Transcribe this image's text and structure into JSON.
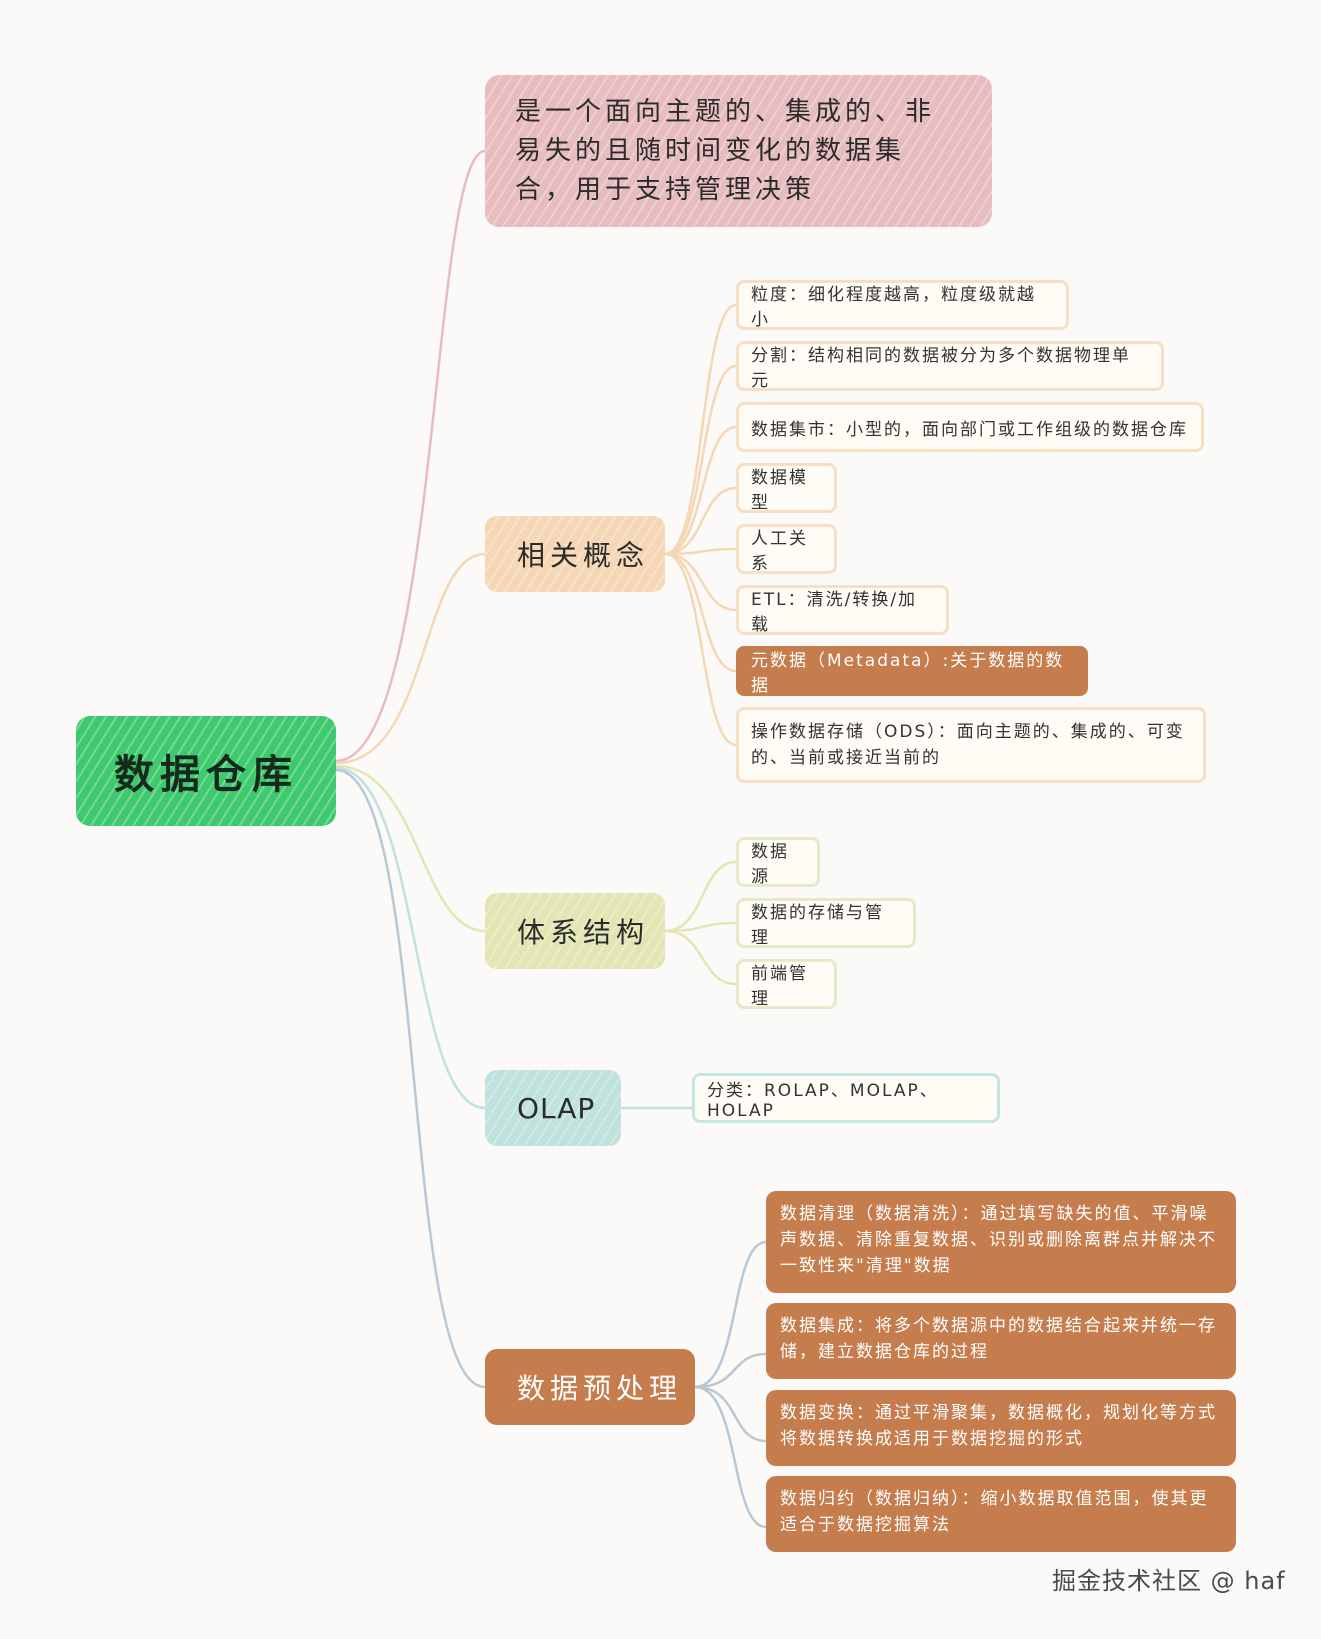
{
  "root": {
    "label": "数据仓库"
  },
  "definition": {
    "text": "是一个面向主题的、集成的、非易失的且随时间变化的数据集合，用于支持管理决策"
  },
  "concepts": {
    "label": "相关概念",
    "items": [
      "粒度：细化程度越高，粒度级就越小",
      "分割：结构相同的数据被分为多个数据物理单元",
      "数据集市：小型的，面向部门或工作组级的数据仓库",
      "数据模型",
      "人工关系",
      "ETL：清洗/转换/加载",
      "元数据（Metadata）:关于数据的数据",
      "操作数据存储（ODS）：面向主题的、集成的、可变的、当前或接近当前的"
    ]
  },
  "architecture": {
    "label": "体系结构",
    "items": [
      "数据源",
      "数据的存储与管理",
      "前端管理"
    ]
  },
  "olap": {
    "label": "OLAP",
    "items": [
      "分类：ROLAP、MOLAP、HOLAP"
    ]
  },
  "preprocessing": {
    "label": "数据预处理",
    "items": [
      "数据清理（数据清洗）：通过填写缺失的值、平滑噪声数据、清除重复数据、识别或删除离群点并解决不一致性来\"清理\"数据",
      "数据集成：将多个数据源中的数据结合起来并统一存储，建立数据仓库的过程",
      "数据变换：通过平滑聚集，数据概化，规划化等方式将数据转换成适用于数据挖掘的形式",
      "数据归约（数据归纳）：缩小数据取值范围，使其更适合于数据挖掘算法"
    ]
  },
  "watermark": {
    "text": "掘金技术社区 @ haf"
  },
  "colors": {
    "root": "#3ec96e",
    "definition": "#e6bcbf",
    "concepts": "#f5d7b5",
    "architecture": "#e2e6b3",
    "olap": "#bfe2dc",
    "preprocessing": "#c57d4e"
  }
}
